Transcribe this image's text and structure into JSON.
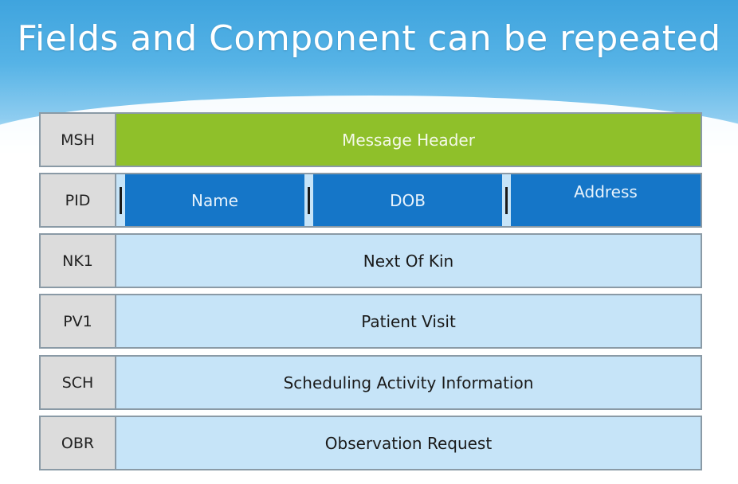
{
  "title": "Fields and Component can be repeated",
  "segments": {
    "msh": {
      "code": "MSH",
      "label": "Message Header"
    },
    "pid": {
      "code": "PID",
      "fields": [
        "Name",
        "DOB",
        "Address"
      ]
    },
    "nk1": {
      "code": "NK1",
      "label": "Next Of Kin"
    },
    "pv1": {
      "code": "PV1",
      "label": "Patient Visit"
    },
    "sch": {
      "code": "SCH",
      "label": "Scheduling Activity Information"
    },
    "obr": {
      "code": "OBR",
      "label": "Observation Request"
    }
  },
  "colors": {
    "header_green": "#8fc02a",
    "field_blue": "#1576c8",
    "segment_light": "#c6e4f8",
    "code_gray": "#dcdcdc"
  }
}
